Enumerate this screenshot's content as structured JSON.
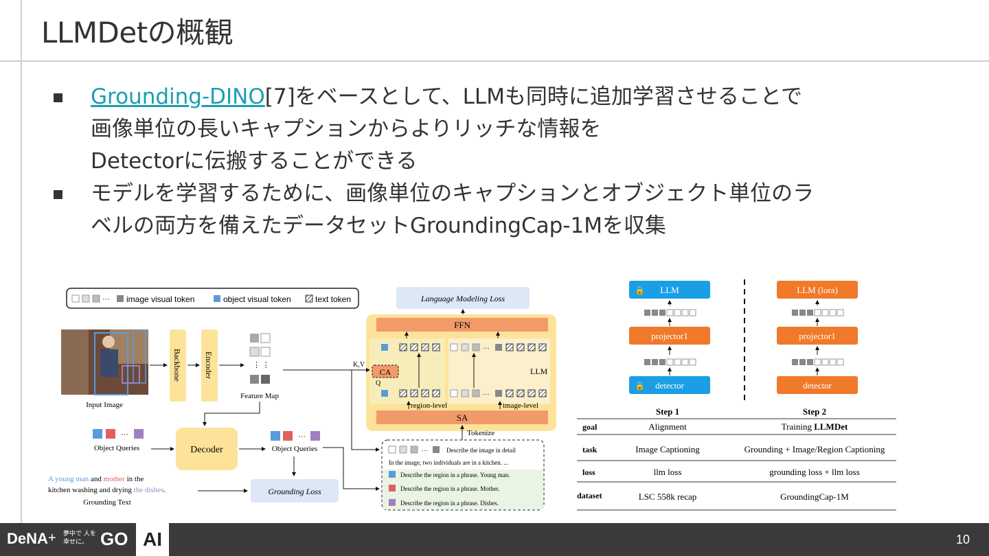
{
  "slide": {
    "title": "LLMDetの概観",
    "page_number": "10"
  },
  "bullets": [
    {
      "link_text": "Grounding-DINO",
      "line1_rest": "[7]をベースとして、LLMも同時に追加学習させることで",
      "line2": "画像単位の長いキャプションからよりリッチな情報を",
      "line3": "Detectorに伝搬することができる"
    },
    {
      "line1": "モデルを学習するために、画像単位のキャプションとオブジェクト単位のラ",
      "line2": "ベルの両方を備えたデータセットGroundingCap-1Mを収集"
    }
  ],
  "footer": {
    "brand": "DeNA",
    "plus": "+",
    "tagline": "夢中で 人を幸せに。",
    "mark": "GO",
    "badge": "AI"
  },
  "figure_left": {
    "legend_image_token": "image visual token",
    "legend_object_token": "object visual token",
    "legend_text_token": "text token",
    "lm_loss": "Language Modeling Loss",
    "ffn": "FFN",
    "sa": "SA",
    "llm": "LLM",
    "ca": "CA",
    "kv": "K,V",
    "q": "Q",
    "region_level": "region-level",
    "image_level": "image-level",
    "tokenize": "Tokenize",
    "backbone": "Backbone",
    "encoder": "Encoder",
    "feature_map": "Feature Map",
    "input_image": "Input Image",
    "decoder": "Decoder",
    "object_queries_in": "Object Queries",
    "object_queries_out": "Object Queries",
    "grounding_loss": "Grounding Loss",
    "grounding_text_label": "Grounding Text",
    "gt_a": "A young man",
    "gt_and": " and ",
    "gt_mother": "mother",
    "gt_in": " in the",
    "gt_line2": "kitchen washing and drying ",
    "gt_dishes": "the dishes",
    "gt_period": ".",
    "prompt_image": "Describe the image in detail",
    "prompt_caption": "In the image, two individuals are in a kitchen. ...",
    "prompt_r1": "Describe the region in a phrase. Young man.",
    "prompt_r2": "Describe the region in a phrase. Mother.",
    "prompt_r3": "Describe the region in a phrase. Dishes."
  },
  "figure_right": {
    "step1_llm": "LLM",
    "step1_projector": "projector1",
    "step1_detector": "detector",
    "step2_llm": "LLM (lora)",
    "step2_projector": "projector1",
    "step2_detector": "detector",
    "col_step1": "Step 1",
    "col_step2": "Step 2",
    "rows": [
      {
        "key": "goal",
        "s1": "Alignment",
        "s2_prefix": "Training ",
        "s2_bold": "LLMDet"
      },
      {
        "key": "task",
        "s1": "Image Captioning",
        "s2_prefix": "Grounding + Image/Region Captioning",
        "s2_bold": ""
      },
      {
        "key": "loss",
        "s1": "llm loss",
        "s2_prefix": "grounding loss + llm loss",
        "s2_bold": ""
      },
      {
        "key": "dataset",
        "s1": "LSC 558k recap",
        "s2_prefix": "GroundingCap-1M",
        "s2_bold": ""
      }
    ]
  },
  "colors": {
    "link": "#1a9fb0",
    "footer_bg": "#3a3a3a",
    "frozen_blue": "#1a9fe6",
    "trainable_orange": "#f07a2a",
    "module_yellow": "#fde39a",
    "module_orange": "#f29a6a"
  }
}
